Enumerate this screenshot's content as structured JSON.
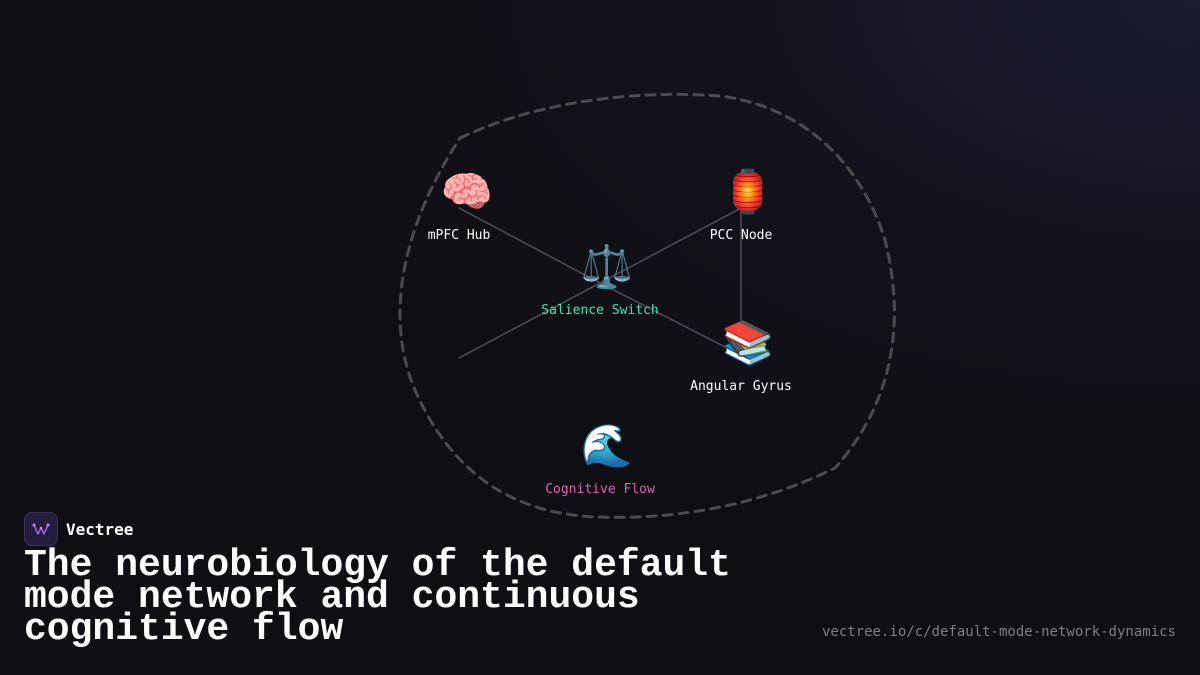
{
  "brand": {
    "name": "Vectree",
    "logo_icon": "vectree-logo-icon"
  },
  "title": "The neurobiology of the default mode network and continuous cognitive flow",
  "url": "vectree.io/c/default-mode-network-dynamics",
  "colors": {
    "background": "#0f0f13",
    "node_label_default": "#ffffff",
    "salience_label": "#3ee6b0",
    "flow_label": "#e45fb6",
    "edge": "#4a4a52",
    "boundary": "#4a4a4f",
    "url_text": "#7d7d86",
    "logo_purple": "#9b5de5"
  },
  "diagram": {
    "nodes": [
      {
        "id": "mpfc",
        "label": "mPFC Hub",
        "emoji": "🧠",
        "icon": "brain-icon"
      },
      {
        "id": "pcc",
        "label": "PCC Node",
        "emoji": "🏮",
        "icon": "lantern-icon"
      },
      {
        "id": "salience",
        "label": "Salience Switch",
        "emoji": "⚖️",
        "icon": "balance-scale-icon"
      },
      {
        "id": "angular",
        "label": "Angular Gyrus",
        "emoji": "📚",
        "icon": "books-icon"
      },
      {
        "id": "flow",
        "label": "Cognitive Flow",
        "emoji": "🌊",
        "icon": "wave-icon"
      }
    ],
    "edges": [
      {
        "from": "mpfc",
        "to": "salience"
      },
      {
        "from": "salience",
        "to": "pcc"
      },
      {
        "from": "salience",
        "to": "angular"
      },
      {
        "from": "pcc",
        "to": "angular"
      },
      {
        "from": "salience",
        "to": "open-end"
      }
    ]
  }
}
